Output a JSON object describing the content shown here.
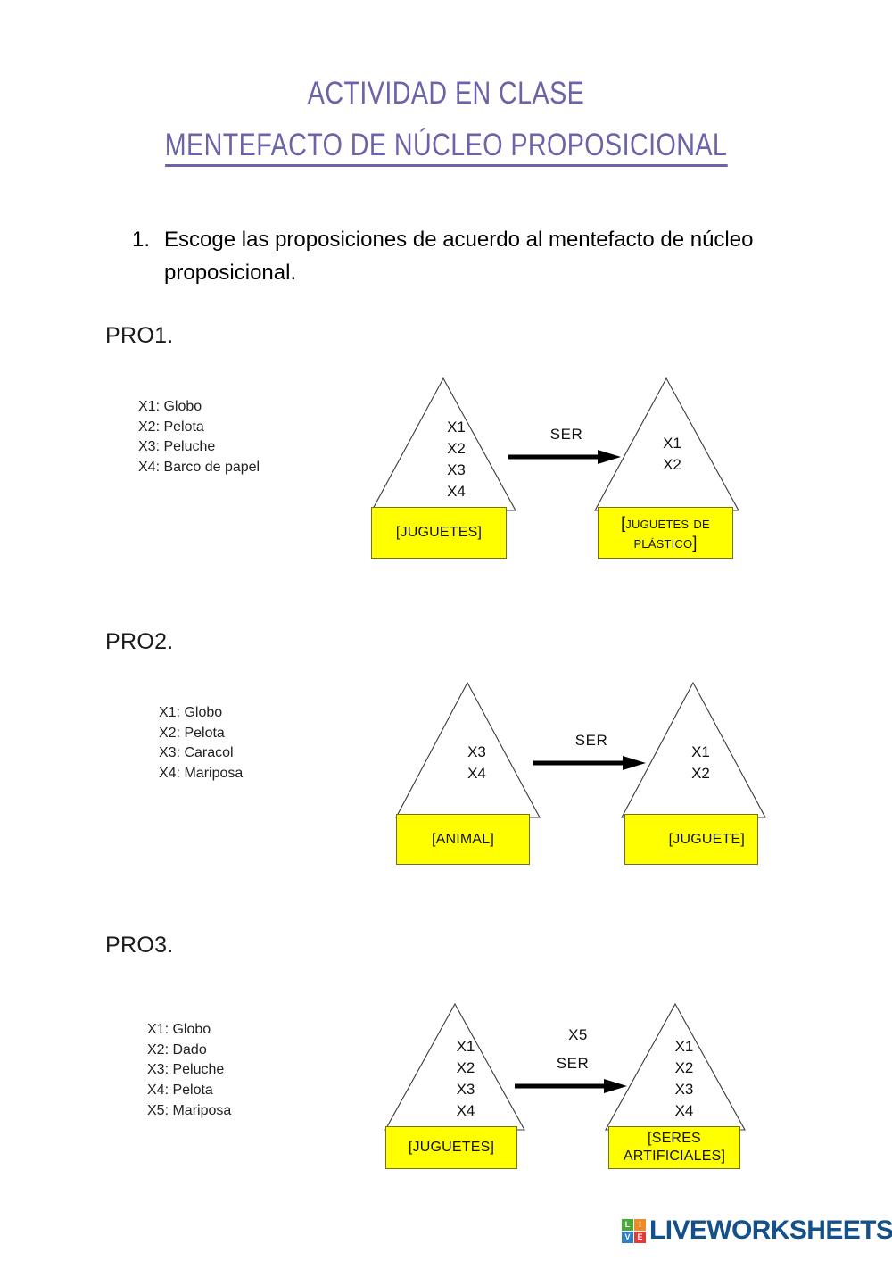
{
  "document": {
    "title_line1": "ACTIVIDAD EN CLASE",
    "title_line2": "MENTEFACTO DE NÚCLEO PROPOSICIONAL",
    "title_color": "#6c64a8"
  },
  "instruction": {
    "number": "1.",
    "text": "Escoge las proposiciones de acuerdo al mentefacto de núcleo proposicional."
  },
  "exercises": [
    {
      "label": "PRO1.",
      "legend": [
        "X1: Globo",
        "X2: Pelota",
        "X3: Peluche",
        "X4: Barco de papel"
      ],
      "left_node": {
        "items": [
          "X1",
          "X2",
          "X3",
          "X4"
        ],
        "concept": "[JUGUETES]"
      },
      "connector": {
        "top_label": "",
        "label": "SER"
      },
      "right_node": {
        "items": [
          "X1",
          "X2"
        ],
        "concept": "[JUGUETES DE PLÁSTICO]"
      }
    },
    {
      "label": "PRO2.",
      "legend": [
        "X1: Globo",
        "X2: Pelota",
        "X3: Caracol",
        "X4: Mariposa"
      ],
      "left_node": {
        "items": [
          "X3",
          "X4"
        ],
        "concept": "[ANIMAL]"
      },
      "connector": {
        "top_label": "",
        "label": "SER"
      },
      "right_node": {
        "items": [
          "X1",
          "X2"
        ],
        "concept": "[JUGUETE]"
      }
    },
    {
      "label": "PRO3.",
      "legend": [
        "X1: Globo",
        "X2: Dado",
        "X3: Peluche",
        "X4: Pelota",
        "X5: Mariposa"
      ],
      "left_node": {
        "items": [
          "X1",
          "X2",
          "X3",
          "X4"
        ],
        "concept": "[JUGUETES]"
      },
      "connector": {
        "top_label": "X5",
        "label": "SER"
      },
      "right_node": {
        "items": [
          "X1",
          "X2",
          "X3",
          "X4"
        ],
        "concept": "[SERES ARTIFICIALES]"
      }
    }
  ],
  "footer": {
    "logo_tiles": [
      {
        "letter": "L",
        "color": "#4aa93c"
      },
      {
        "letter": "I",
        "color": "#ef8b22"
      },
      {
        "letter": "V",
        "color": "#2f7fc4"
      },
      {
        "letter": "E",
        "color": "#e33b3b"
      }
    ],
    "logo_text": "LIVEWORKSHEETS",
    "logo_text_color": "#14508c"
  },
  "colors": {
    "concept_fill": "#ffff00",
    "concept_border": "#726f20",
    "ink": "#111111"
  }
}
